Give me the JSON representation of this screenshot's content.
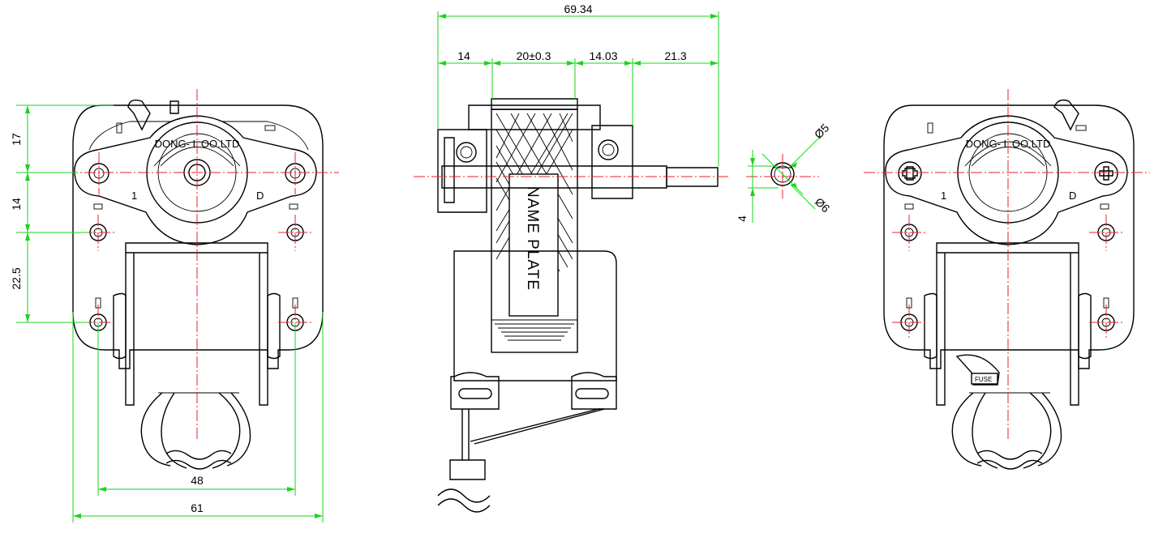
{
  "dimensions": {
    "overall_length": "69.34",
    "segment_a": "14",
    "segment_b": "20±0.3",
    "segment_c": "14.03",
    "segment_d": "21.3",
    "height_17": "17",
    "height_14": "14",
    "height_22_5": "22.5",
    "width_48": "48",
    "width_61": "61",
    "dia_5": "Ø5",
    "dia_6": "Ø6",
    "flat_4": "4"
  },
  "labels": {
    "brand_arc": "DONG- L OO.LTD",
    "terminal_1": "1",
    "terminal_d": "D",
    "name_plate": "NAME PLATE",
    "fuse": "FUSE"
  },
  "colors": {
    "outline": "#000000",
    "center_line": "#e8202a",
    "dimension": "#19d619"
  }
}
